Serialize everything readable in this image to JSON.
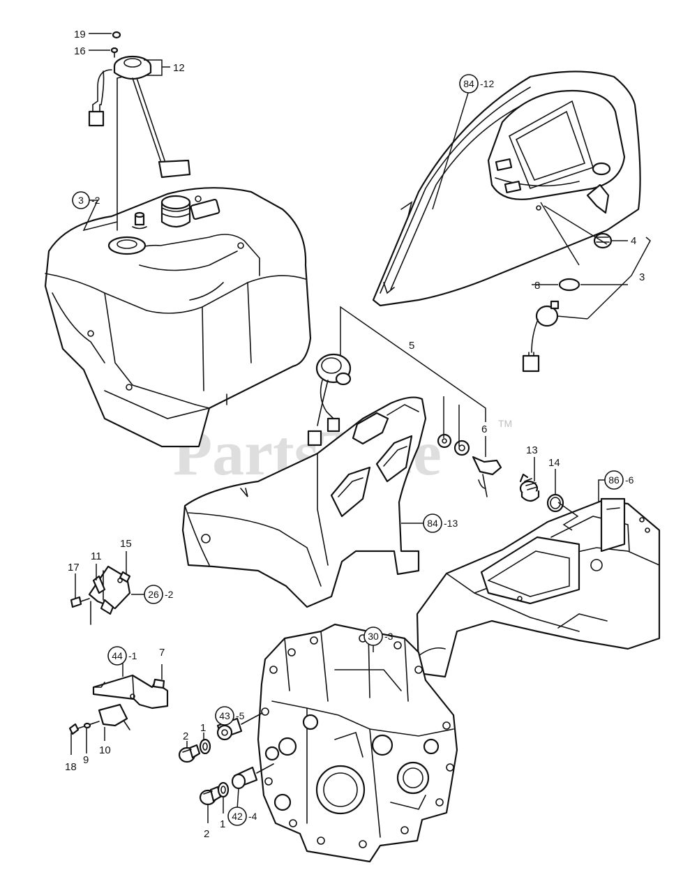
{
  "watermark": {
    "text": "PartsTree",
    "tm": "TM"
  },
  "callouts": {
    "c19": "19",
    "c16": "16",
    "c12": "12",
    "c4": "4",
    "c3": "3",
    "c8": "8",
    "c5": "5",
    "c6": "6",
    "c13": "13",
    "c14": "14",
    "c15": "15",
    "c17": "17",
    "c11": "11",
    "c7": "7",
    "c18": "18",
    "c9": "9",
    "c10": "10",
    "c2a": "2",
    "c1a": "1",
    "c2b": "2",
    "c1b": "1"
  },
  "refs": {
    "r3_2": {
      "main": "3",
      "sub": "-2"
    },
    "r84_12": {
      "main": "84",
      "sub": "-12"
    },
    "r84_13": {
      "main": "84",
      "sub": "-13"
    },
    "r86_6": {
      "main": "86",
      "sub": "-6"
    },
    "r26_2": {
      "main": "26",
      "sub": "-2"
    },
    "r44_1": {
      "main": "44",
      "sub": "-1"
    },
    "r30_3": {
      "main": "30",
      "sub": "-3"
    },
    "r43_5": {
      "main": "43",
      "sub": "-5"
    },
    "r42_4": {
      "main": "42",
      "sub": "-4"
    }
  }
}
